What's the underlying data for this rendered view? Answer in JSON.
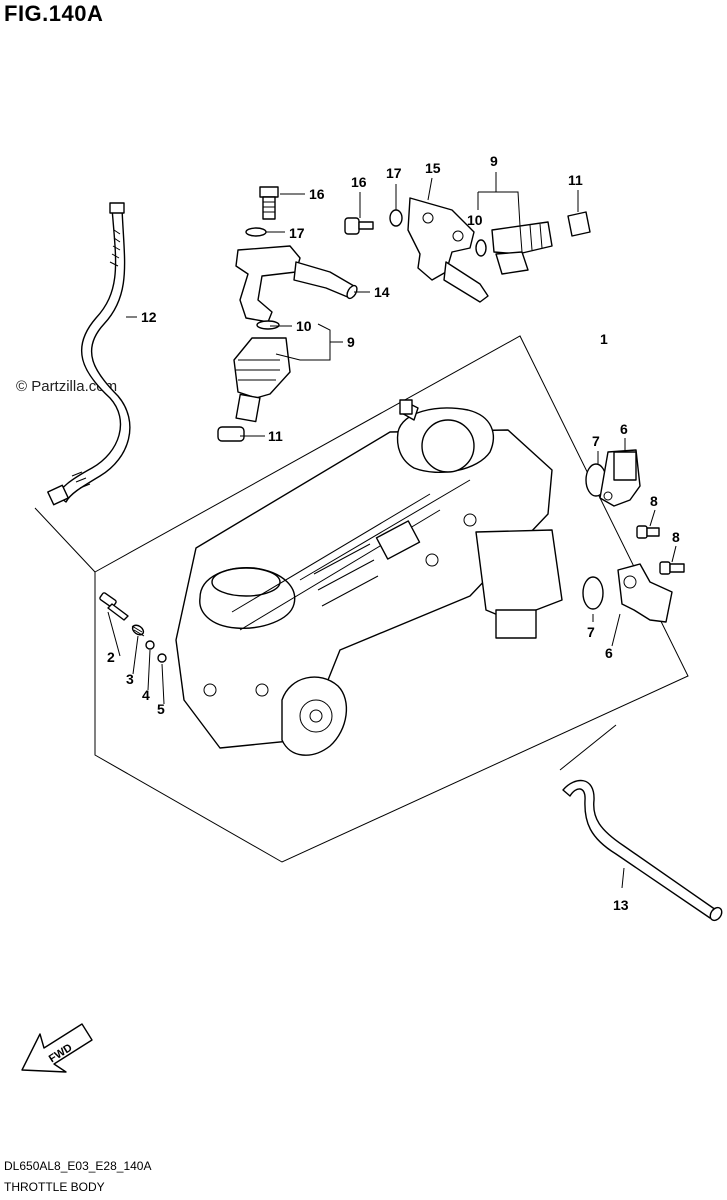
{
  "figure": {
    "title": "FIG.140A"
  },
  "watermark": "© Partzilla.com",
  "diagram_code": "DL650AL8_E03_E28_140A",
  "caption": "THROTTLE BODY",
  "direction_badge": {
    "label": "FWD",
    "icon": "arrow-left-down-icon"
  },
  "callouts": [
    {
      "id": "c1",
      "label": "1"
    },
    {
      "id": "c2",
      "label": "2"
    },
    {
      "id": "c3",
      "label": "3"
    },
    {
      "id": "c4",
      "label": "4"
    },
    {
      "id": "c5",
      "label": "5"
    },
    {
      "id": "c6a",
      "label": "6"
    },
    {
      "id": "c6b",
      "label": "6"
    },
    {
      "id": "c7a",
      "label": "7"
    },
    {
      "id": "c7b",
      "label": "7"
    },
    {
      "id": "c8a",
      "label": "8"
    },
    {
      "id": "c8b",
      "label": "8"
    },
    {
      "id": "c9a",
      "label": "9"
    },
    {
      "id": "c9b",
      "label": "9"
    },
    {
      "id": "c10a",
      "label": "10"
    },
    {
      "id": "c10b",
      "label": "10"
    },
    {
      "id": "c11a",
      "label": "11"
    },
    {
      "id": "c11b",
      "label": "11"
    },
    {
      "id": "c12",
      "label": "12"
    },
    {
      "id": "c13",
      "label": "13"
    },
    {
      "id": "c14",
      "label": "14"
    },
    {
      "id": "c15",
      "label": "15"
    },
    {
      "id": "c16a",
      "label": "16"
    },
    {
      "id": "c16b",
      "label": "16"
    },
    {
      "id": "c17a",
      "label": "17"
    },
    {
      "id": "c17b",
      "label": "17"
    }
  ]
}
